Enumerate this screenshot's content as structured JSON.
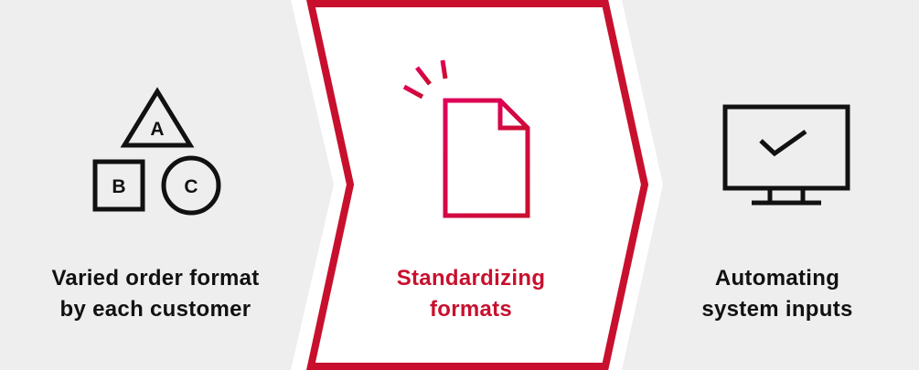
{
  "colors": {
    "panel_gray": "#eeeeee",
    "accent_red": "#c8102e",
    "text_dark": "#111111",
    "highlight_fill": "#ffffff"
  },
  "steps": [
    {
      "lines": [
        "Varied order format",
        "by each customer"
      ],
      "icon": "abc-shapes-icon",
      "icon_letters": [
        "A",
        "B",
        "C"
      ],
      "highlighted": false
    },
    {
      "lines": [
        "Standardizing",
        "formats"
      ],
      "icon": "document-icon",
      "highlighted": true
    },
    {
      "lines": [
        "Automating",
        "system inputs"
      ],
      "icon": "monitor-check-icon",
      "highlighted": false
    }
  ]
}
